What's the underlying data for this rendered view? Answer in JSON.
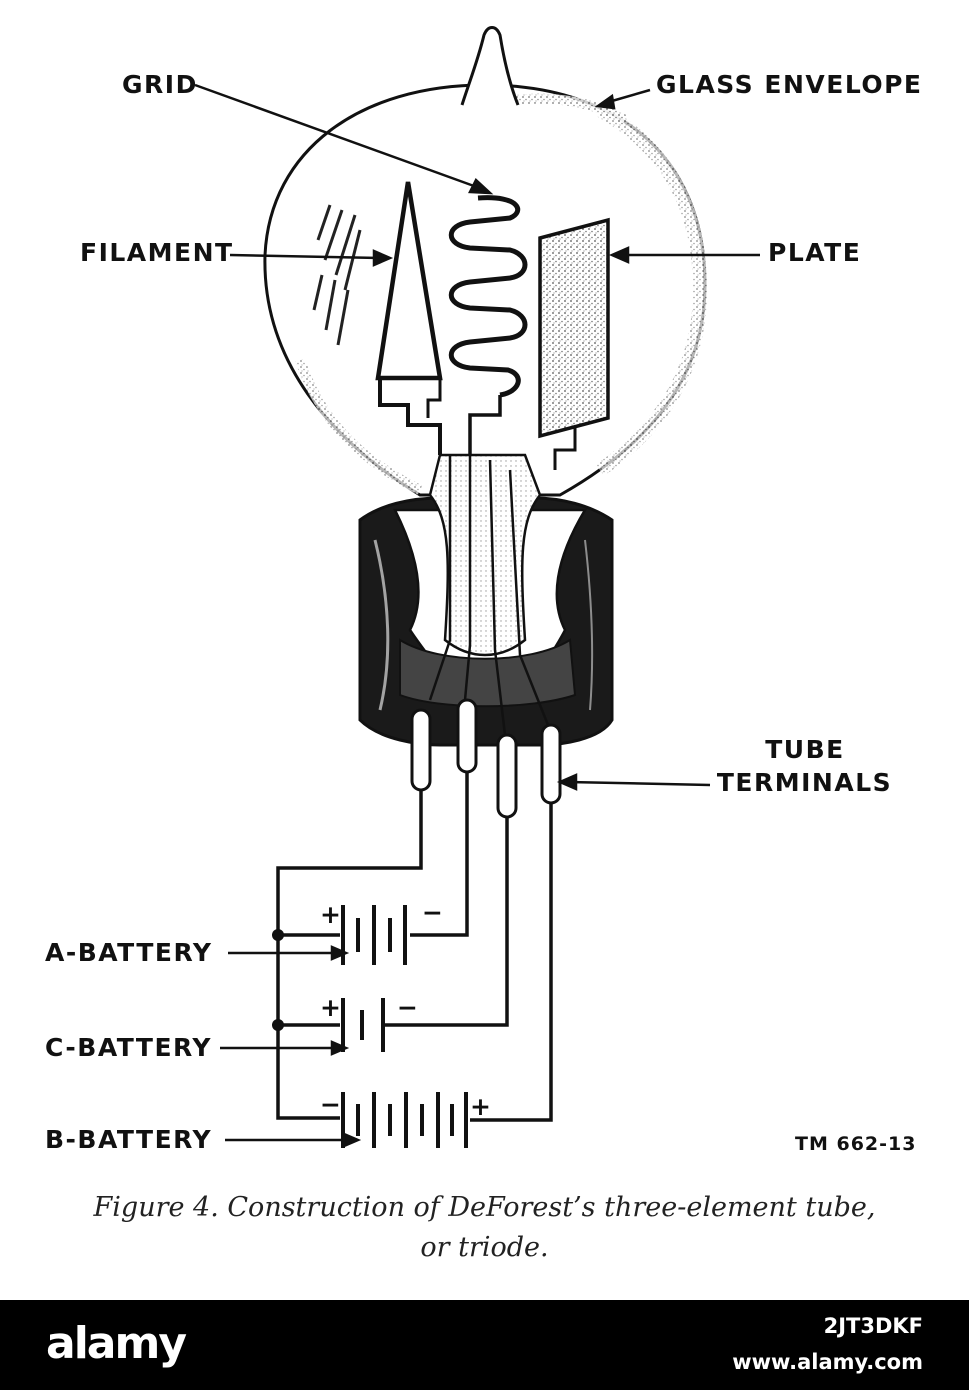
{
  "labels": {
    "grid": "GRID",
    "glass_envelope": "GLASS ENVELOPE",
    "filament": "FILAMENT",
    "plate": "PLATE",
    "tube_terminals_line1": "TUBE",
    "tube_terminals_line2": "TERMINALS",
    "a_battery": "A-BATTERY",
    "c_battery": "C-BATTERY",
    "b_battery": "B-BATTERY",
    "plus": "+",
    "minus": "−",
    "figure_code": "TM 662-13"
  },
  "caption": {
    "line1": "Figure 4. Construction of DeForest’s three-element tube,",
    "line2": "or triode."
  },
  "footer": {
    "brand": "alamy",
    "image_id": "2JT3DKF",
    "site": "www.alamy.com"
  }
}
